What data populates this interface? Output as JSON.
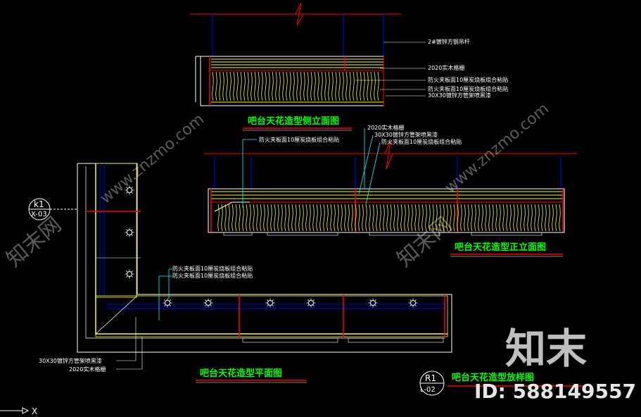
{
  "drawings": {
    "side_elevation": {
      "caption": "吧台天花造型侧立面图",
      "labels": [
        "2#镀锌方钢吊杆",
        "2020实木格栅",
        "防火夹板面10厘炭烧板组合粘贴",
        "防火夹板面10厘炭烧板组合粘贴",
        "30X30镀锌方管架喷黑漆"
      ]
    },
    "front_elevation": {
      "caption": "吧台天花造型正立面图",
      "labels": [
        "2020实木格栅",
        "30X30镀锌方管架喷黑漆",
        "防火夹板面10厘炭烧板组合粘贴",
        "防火夹板面10厘炭烧板组合粘贴"
      ]
    },
    "plan": {
      "caption": "吧台天花造型平面图",
      "labels": [
        "防火夹板面10厘炭烧板组合粘贴",
        "防火夹板面10厘炭烧板组合粘贴",
        "30X30镀锌方管架喷黑漆",
        "2020实木格栅"
      ]
    },
    "detail_caption": "吧台天花造型放样图"
  },
  "grid_markers": [
    {
      "top": "k1",
      "bottom": "X-03"
    },
    {
      "top": "R1",
      "bottom": "L-02"
    }
  ],
  "watermark": {
    "brand": "知末",
    "id_text": "ID: 588149557",
    "diagonal_text": "www.znzmo.com",
    "corner_text": "知末网"
  },
  "ucs_axis": "X",
  "colors": {
    "background": "#000000",
    "line_white": "#ffffff",
    "line_yellow": "#ffff00",
    "line_red": "#ff0000",
    "line_blue": "#0000ff",
    "leader_cyan": "#00ffff",
    "caption_green": "#00ff00"
  }
}
